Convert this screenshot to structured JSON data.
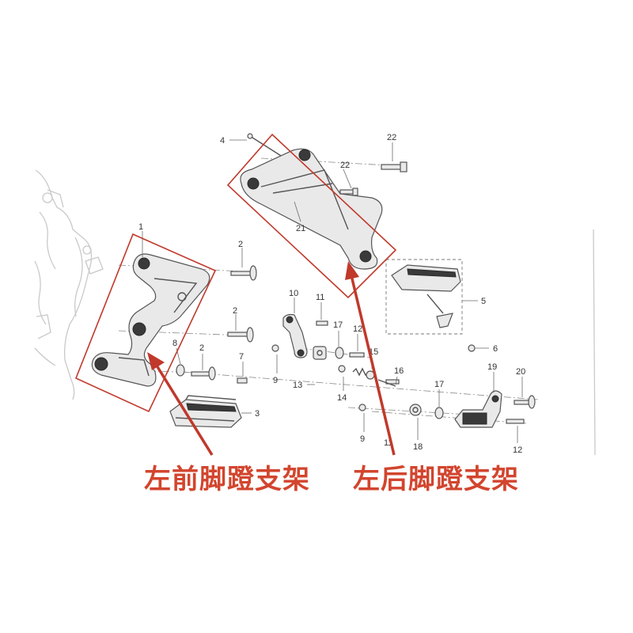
{
  "captions": {
    "front": "左前脚蹬支架",
    "rear": "左后脚蹬支架"
  },
  "callouts": {
    "c1": "1",
    "c2a": "2",
    "c2b": "2",
    "c2c": "2",
    "c3": "3",
    "c4": "4",
    "c5": "5",
    "c6": "6",
    "c7": "7",
    "c8": "8",
    "c9a": "9",
    "c9b": "9",
    "c10": "10",
    "c11a": "11",
    "c11b": "11",
    "c12a": "12",
    "c12b": "12",
    "c13": "13",
    "c14": "14",
    "c15": "15",
    "c16": "16",
    "c17a": "17",
    "c17b": "17",
    "c18": "18",
    "c19": "19",
    "c20": "20",
    "c21": "21",
    "c22a": "22",
    "c22b": "22"
  },
  "colors": {
    "highlight": "#c0392b",
    "caption_text": "#d2452e",
    "line_art": "#555555"
  }
}
